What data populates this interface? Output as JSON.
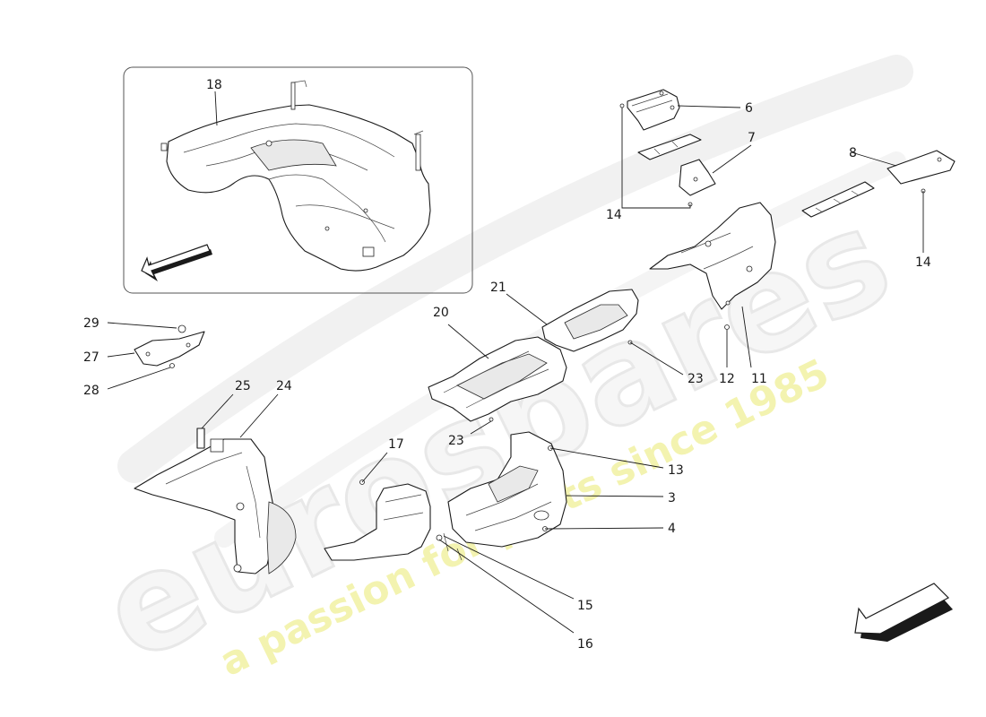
{
  "watermark": {
    "brand": "eurospares",
    "tagline": "a passion for parts since 1985"
  },
  "callouts": {
    "c3": "3",
    "c4": "4",
    "c6": "6",
    "c7": "7",
    "c8": "8",
    "c11": "11",
    "c12": "12",
    "c13": "13",
    "c14a": "14",
    "c14b": "14",
    "c15": "15",
    "c16": "16",
    "c17": "17",
    "c18": "18",
    "c20": "20",
    "c21": "21",
    "c23a": "23",
    "c23b": "23",
    "c24": "24",
    "c25": "25",
    "c27": "27",
    "c28": "28",
    "c29": "29"
  },
  "icons": {
    "inset_direction": "direction-arrow-icon",
    "main_direction": "direction-arrow-icon"
  }
}
